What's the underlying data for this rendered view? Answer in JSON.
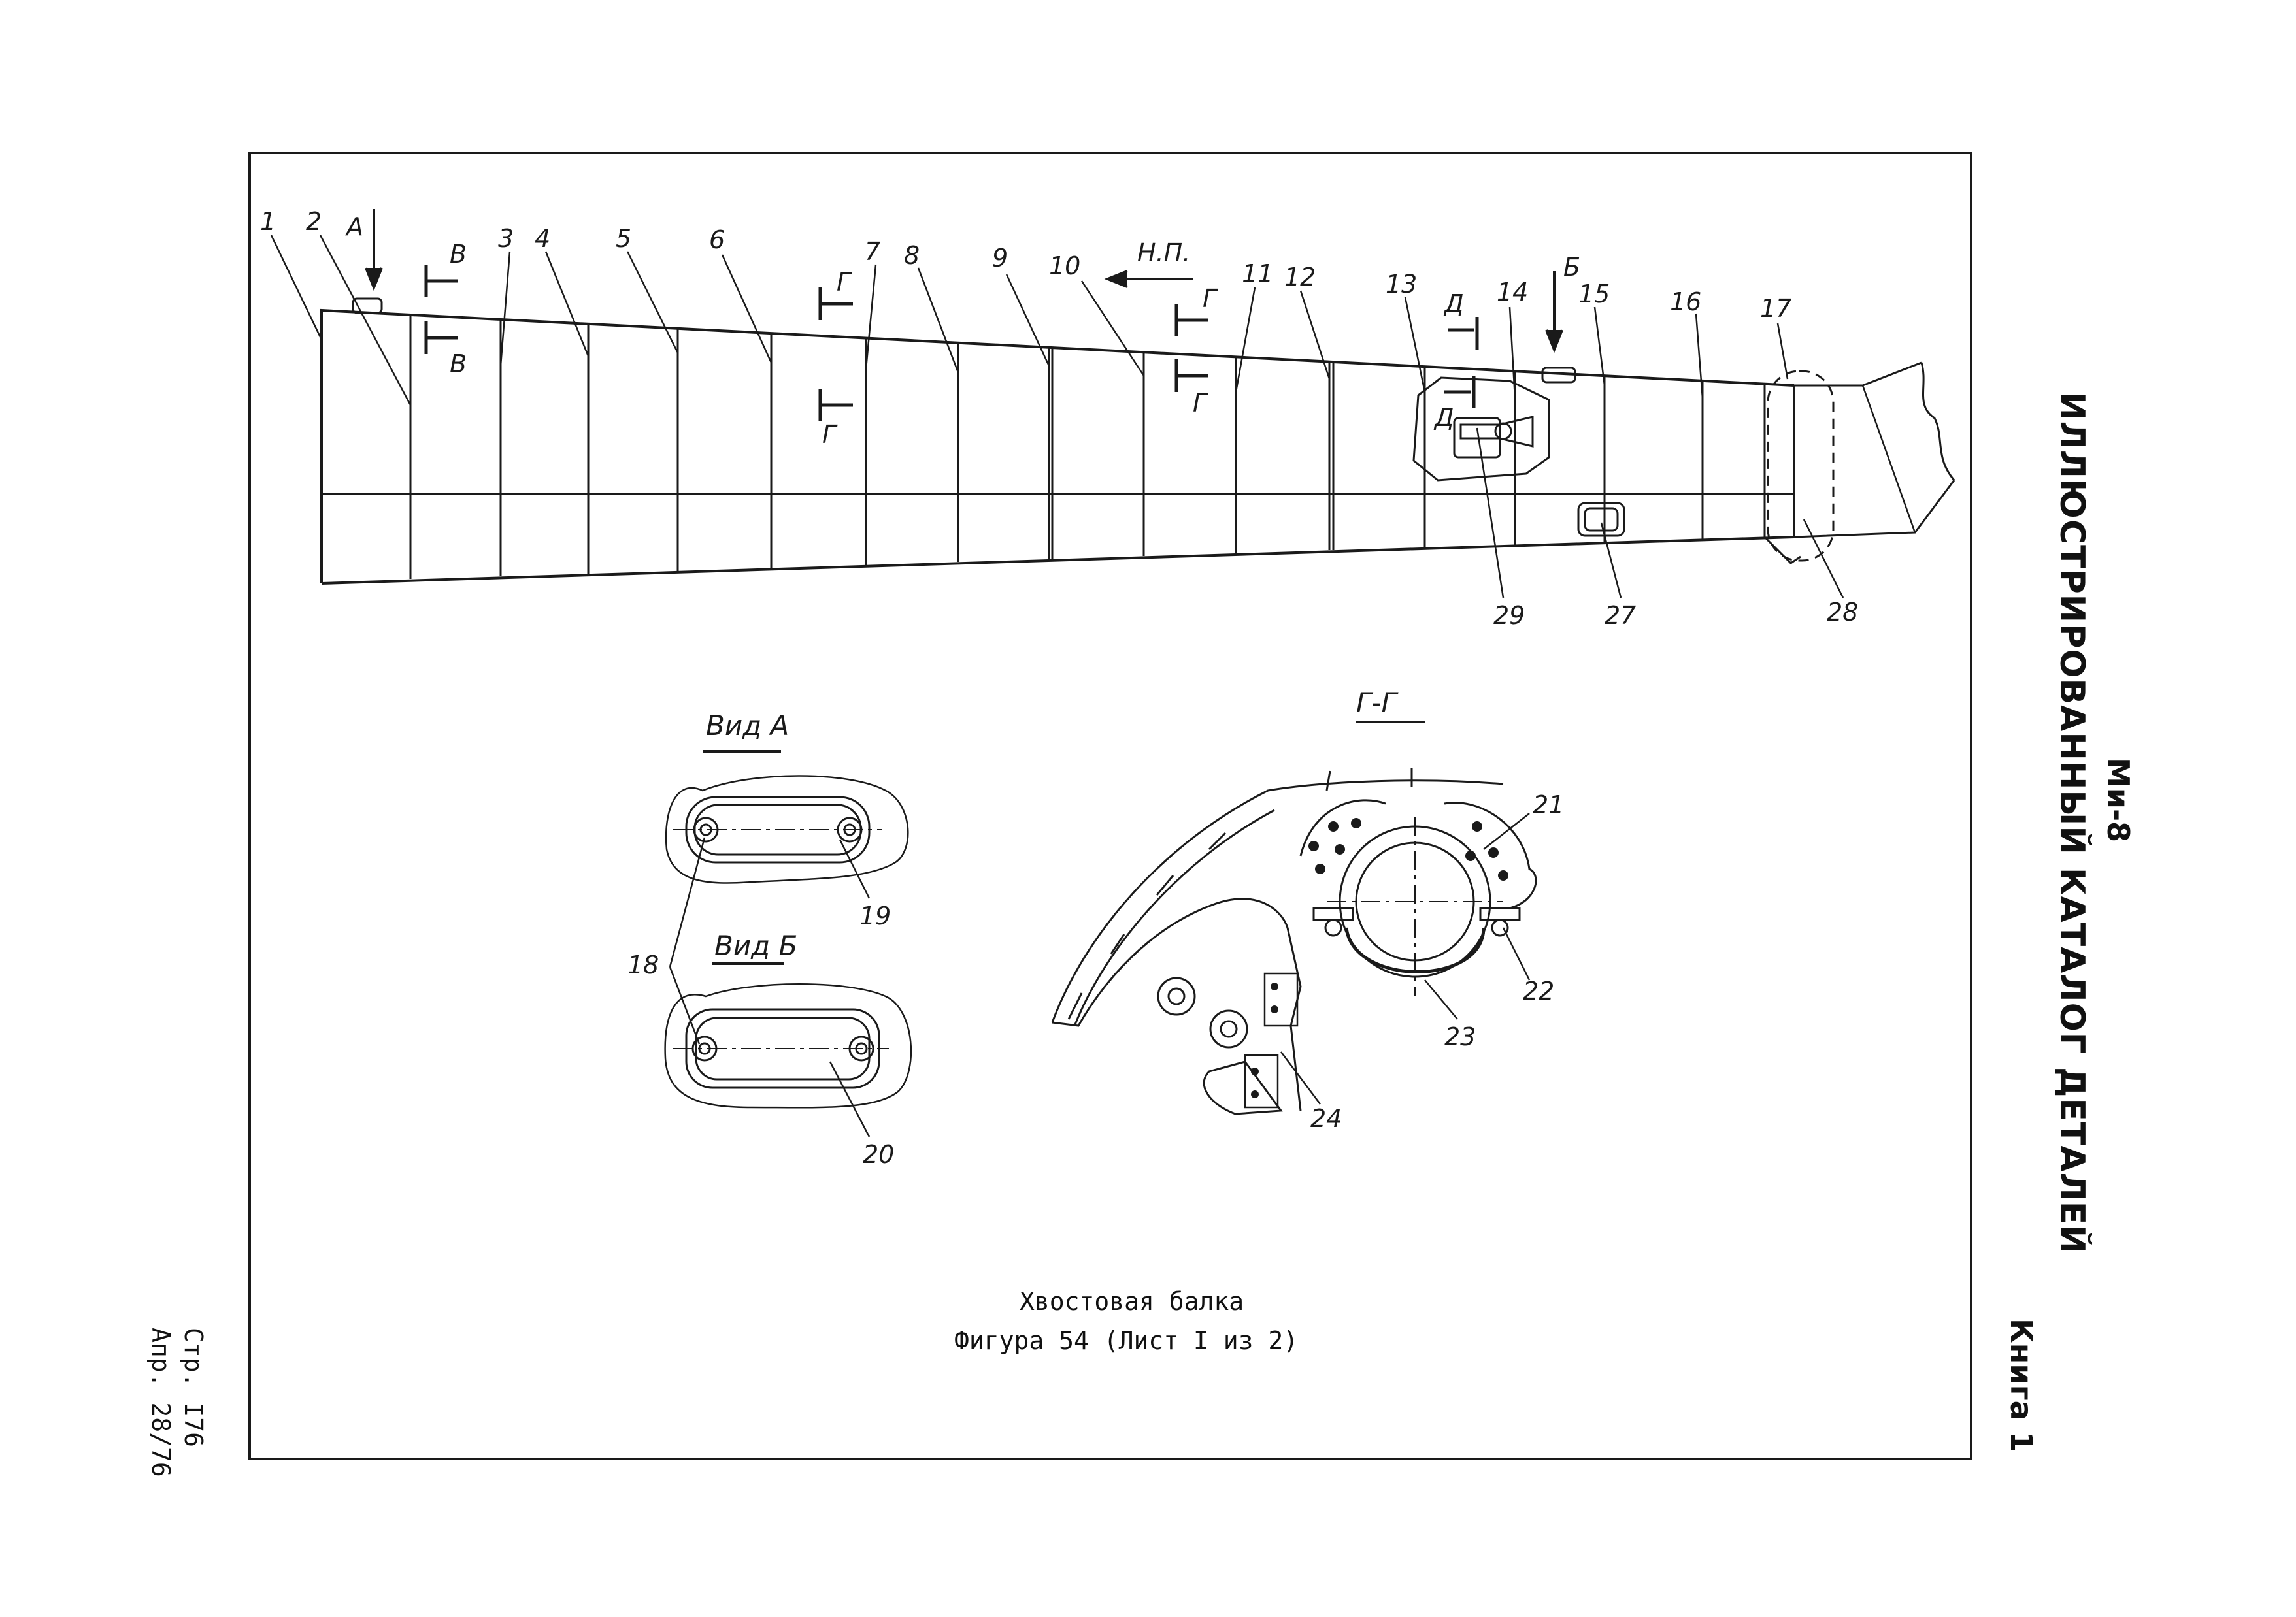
{
  "header": {
    "model": "Ми-8",
    "catalog_title": "ИЛЛЮСТРИРОВАННЫЙ КАТАЛОГ ДЕТАЛЕЙ",
    "book": "Книга 1"
  },
  "page_info": {
    "page": "Стр. I76",
    "date": "Апр. 28/76"
  },
  "caption": {
    "line1": "Хвостовая балка",
    "line2": "Фигура 54 (Лист I из 2)"
  },
  "views": {
    "view_a": "Вид А",
    "view_b": "Вид Б",
    "section_g": "Г-Г"
  },
  "markers": {
    "arrow_a": "А",
    "arrow_b": "Б",
    "np": "Н.П.",
    "sec_v": "В",
    "sec_g": "Г",
    "sec_d": "Д"
  },
  "callouts": {
    "c1": "1",
    "c2": "2",
    "c3": "3",
    "c4": "4",
    "c5": "5",
    "c6": "6",
    "c7": "7",
    "c8": "8",
    "c9": "9",
    "c10": "10",
    "c11": "11",
    "c12": "12",
    "c13": "13",
    "c14": "14",
    "c15": "15",
    "c16": "16",
    "c17": "17",
    "c18": "18",
    "c19": "19",
    "c20": "20",
    "c21": "21",
    "c22": "22",
    "c23": "23",
    "c24": "24",
    "c27": "27",
    "c28": "28",
    "c29": "29"
  }
}
